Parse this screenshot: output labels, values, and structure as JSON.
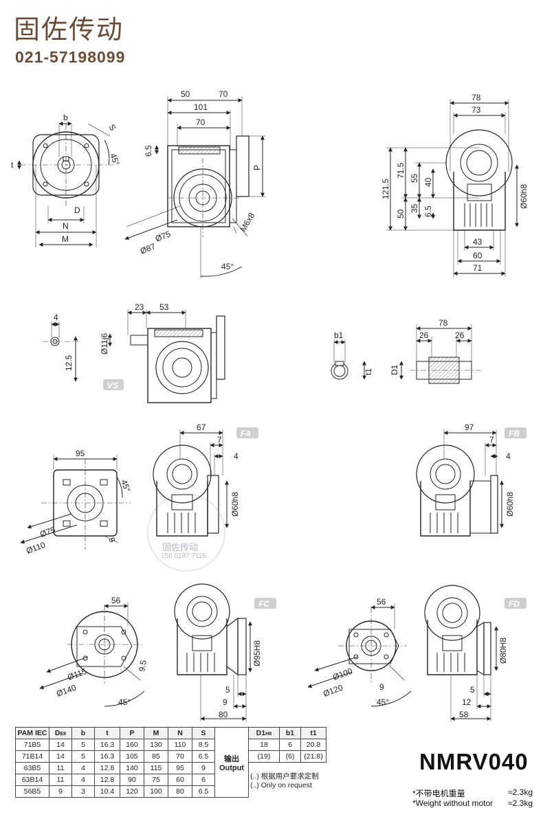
{
  "header": {
    "brand": "固佐传动",
    "phone": "021-57198099"
  },
  "view1": {
    "b": "b",
    "s": "S",
    "t": "t",
    "angle": "45°",
    "d": "D",
    "n": "N",
    "m": "M"
  },
  "view2": {
    "d50": "50",
    "d70a": "70",
    "d101": "101",
    "d70b": "70",
    "d6_5": "6.5",
    "p": "P",
    "m6x8": "M6x8",
    "d75": "Ø75",
    "d87": "Ø87",
    "angle": "45°"
  },
  "view3": {
    "d78": "78",
    "d73": "73",
    "d121_5": "121.5",
    "d71_5": "71.5",
    "d55": "55",
    "d40": "40",
    "d50": "50",
    "d35": "35",
    "d6_5": "6.5",
    "d60h8": "Ø60h8",
    "d43": "43",
    "d60": "60",
    "d71": "71"
  },
  "vs": {
    "d4": "4",
    "d12_5": "12.5",
    "d23": "23",
    "d53": "53",
    "d11j6": "Ø11j6",
    "tag": "VS"
  },
  "shaft": {
    "b1": "b1",
    "t1": "t1",
    "d1": "D1",
    "d78": "78",
    "d26a": "26",
    "d26b": "26"
  },
  "fa": {
    "d95": "95",
    "d45": "45°",
    "d9": "9",
    "d75": "Ø75",
    "d110": "Ø110",
    "d67": "67",
    "d7": "7",
    "d4": "4",
    "d60h8": "Ø60h8",
    "tag": "FA"
  },
  "fb": {
    "d97": "97",
    "d7": "7",
    "d4": "4",
    "d60h8": "Ø60h8",
    "tag": "FB"
  },
  "fc": {
    "d56": "56",
    "d9_5": "9.5",
    "d115": "Ø115",
    "d140": "Ø140",
    "d45": "45°",
    "d95h8": "Ø95H8",
    "d5": "5",
    "d9": "9",
    "d80": "80",
    "tag": "FC"
  },
  "fd": {
    "d56": "56",
    "d9": "9",
    "d100": "Ø100",
    "d120": "Ø120",
    "d45": "45°",
    "d80h8": "Ø80H8",
    "d5": "5",
    "d12": "12",
    "d58": "58",
    "tag": "FD"
  },
  "watermark": {
    "name": "固佐传动",
    "phone": "156 0197 7116"
  },
  "table": {
    "pam_iec": "PAM IEC",
    "h_de": "D",
    "h_de_sub": "E8",
    "h_b": "b",
    "h_t": "t",
    "h_p": "P",
    "h_m": "M",
    "h_n": "N",
    "h_s": "S",
    "rows": [
      [
        "71B5",
        "14",
        "5",
        "16.3",
        "160",
        "130",
        "110",
        "8.5"
      ],
      [
        "71B14",
        "14",
        "5",
        "16.3",
        "105",
        "85",
        "70",
        "6.5"
      ],
      [
        "63B5",
        "11",
        "4",
        "12.8",
        "140",
        "115",
        "95",
        "9"
      ],
      [
        "63B14",
        "11",
        "4",
        "12.8",
        "90",
        "75",
        "60",
        "6"
      ],
      [
        "56B5",
        "9",
        "3",
        "10.4",
        "120",
        "100",
        "80",
        "6.5"
      ]
    ],
    "output_cn": "输出",
    "output_en": "Output",
    "h_d1": "D1",
    "h_d1_sub": "H8",
    "h_b1": "b1",
    "h_t1": "t1",
    "out_rows": [
      [
        "18",
        "6",
        "20.8"
      ],
      [
        "(19)",
        "(6)",
        "(21.8)"
      ]
    ],
    "note_cn": "(..) 根据用户要求定制",
    "note_en": "(..) Only on request"
  },
  "model": "NMRV040",
  "weight": {
    "cn_label": "*不带电机重量",
    "cn_value": "≈2.3kg",
    "en_label": "*Weight without motor",
    "en_value": "≈2.3kg"
  }
}
